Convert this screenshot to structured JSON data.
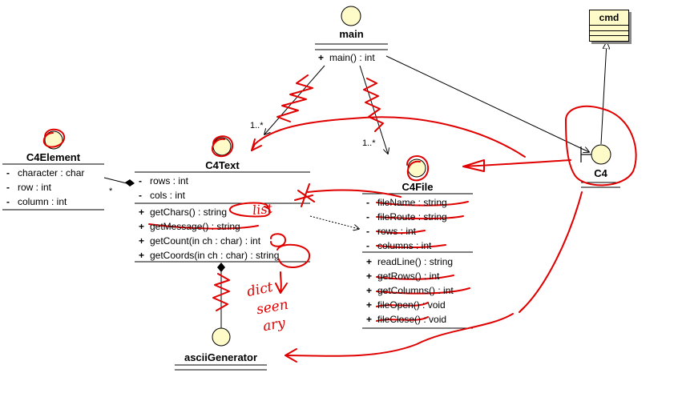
{
  "classes": {
    "main": {
      "name": "main",
      "methods": [
        {
          "vis": "+",
          "text": "main() : int"
        }
      ]
    },
    "cmd": {
      "name": "cmd"
    },
    "c4": {
      "name": "C4"
    },
    "c4element": {
      "name": "C4Element",
      "attributes": [
        {
          "vis": "-",
          "text": "character : char"
        },
        {
          "vis": "-",
          "text": "row : int"
        },
        {
          "vis": "-",
          "text": "column : int"
        }
      ]
    },
    "c4text": {
      "name": "C4Text",
      "attributes": [
        {
          "vis": "-",
          "text": "rows : int"
        },
        {
          "vis": "-",
          "text": "cols : int"
        }
      ],
      "methods": [
        {
          "vis": "+",
          "text": "getChars() : string"
        },
        {
          "vis": "+",
          "text": "getMessage() : string"
        },
        {
          "vis": "+",
          "text": "getCount(in ch : char) : int"
        },
        {
          "vis": "+",
          "text": "getCoords(in ch : char) : string"
        }
      ]
    },
    "c4file": {
      "name": "C4File",
      "attributes": [
        {
          "vis": "-",
          "text": "fileName : string"
        },
        {
          "vis": "-",
          "text": "fileRoute : string"
        },
        {
          "vis": "-",
          "text": "rows : int"
        },
        {
          "vis": "-",
          "text": "columns : int"
        }
      ],
      "methods": [
        {
          "vis": "+",
          "text": "readLine() : string"
        },
        {
          "vis": "+",
          "text": "getRows() : int"
        },
        {
          "vis": "+",
          "text": "getColumns() : int"
        },
        {
          "vis": "+",
          "text": "fileOpen() : void"
        },
        {
          "vis": "+",
          "text": "fileClose() : void"
        }
      ]
    },
    "asciigen": {
      "name": "asciiGenerator"
    }
  },
  "multiplicities": {
    "main_c4text": "1..*",
    "main_c4file": "1..*",
    "c4element_c4text": "*"
  },
  "annotations": {
    "list": "list",
    "dict": "dict",
    "seen": "seen",
    "ary": "ary"
  },
  "colors": {
    "ink": "#e00000",
    "class_fill": "#fffbc8",
    "line": "#000000"
  }
}
